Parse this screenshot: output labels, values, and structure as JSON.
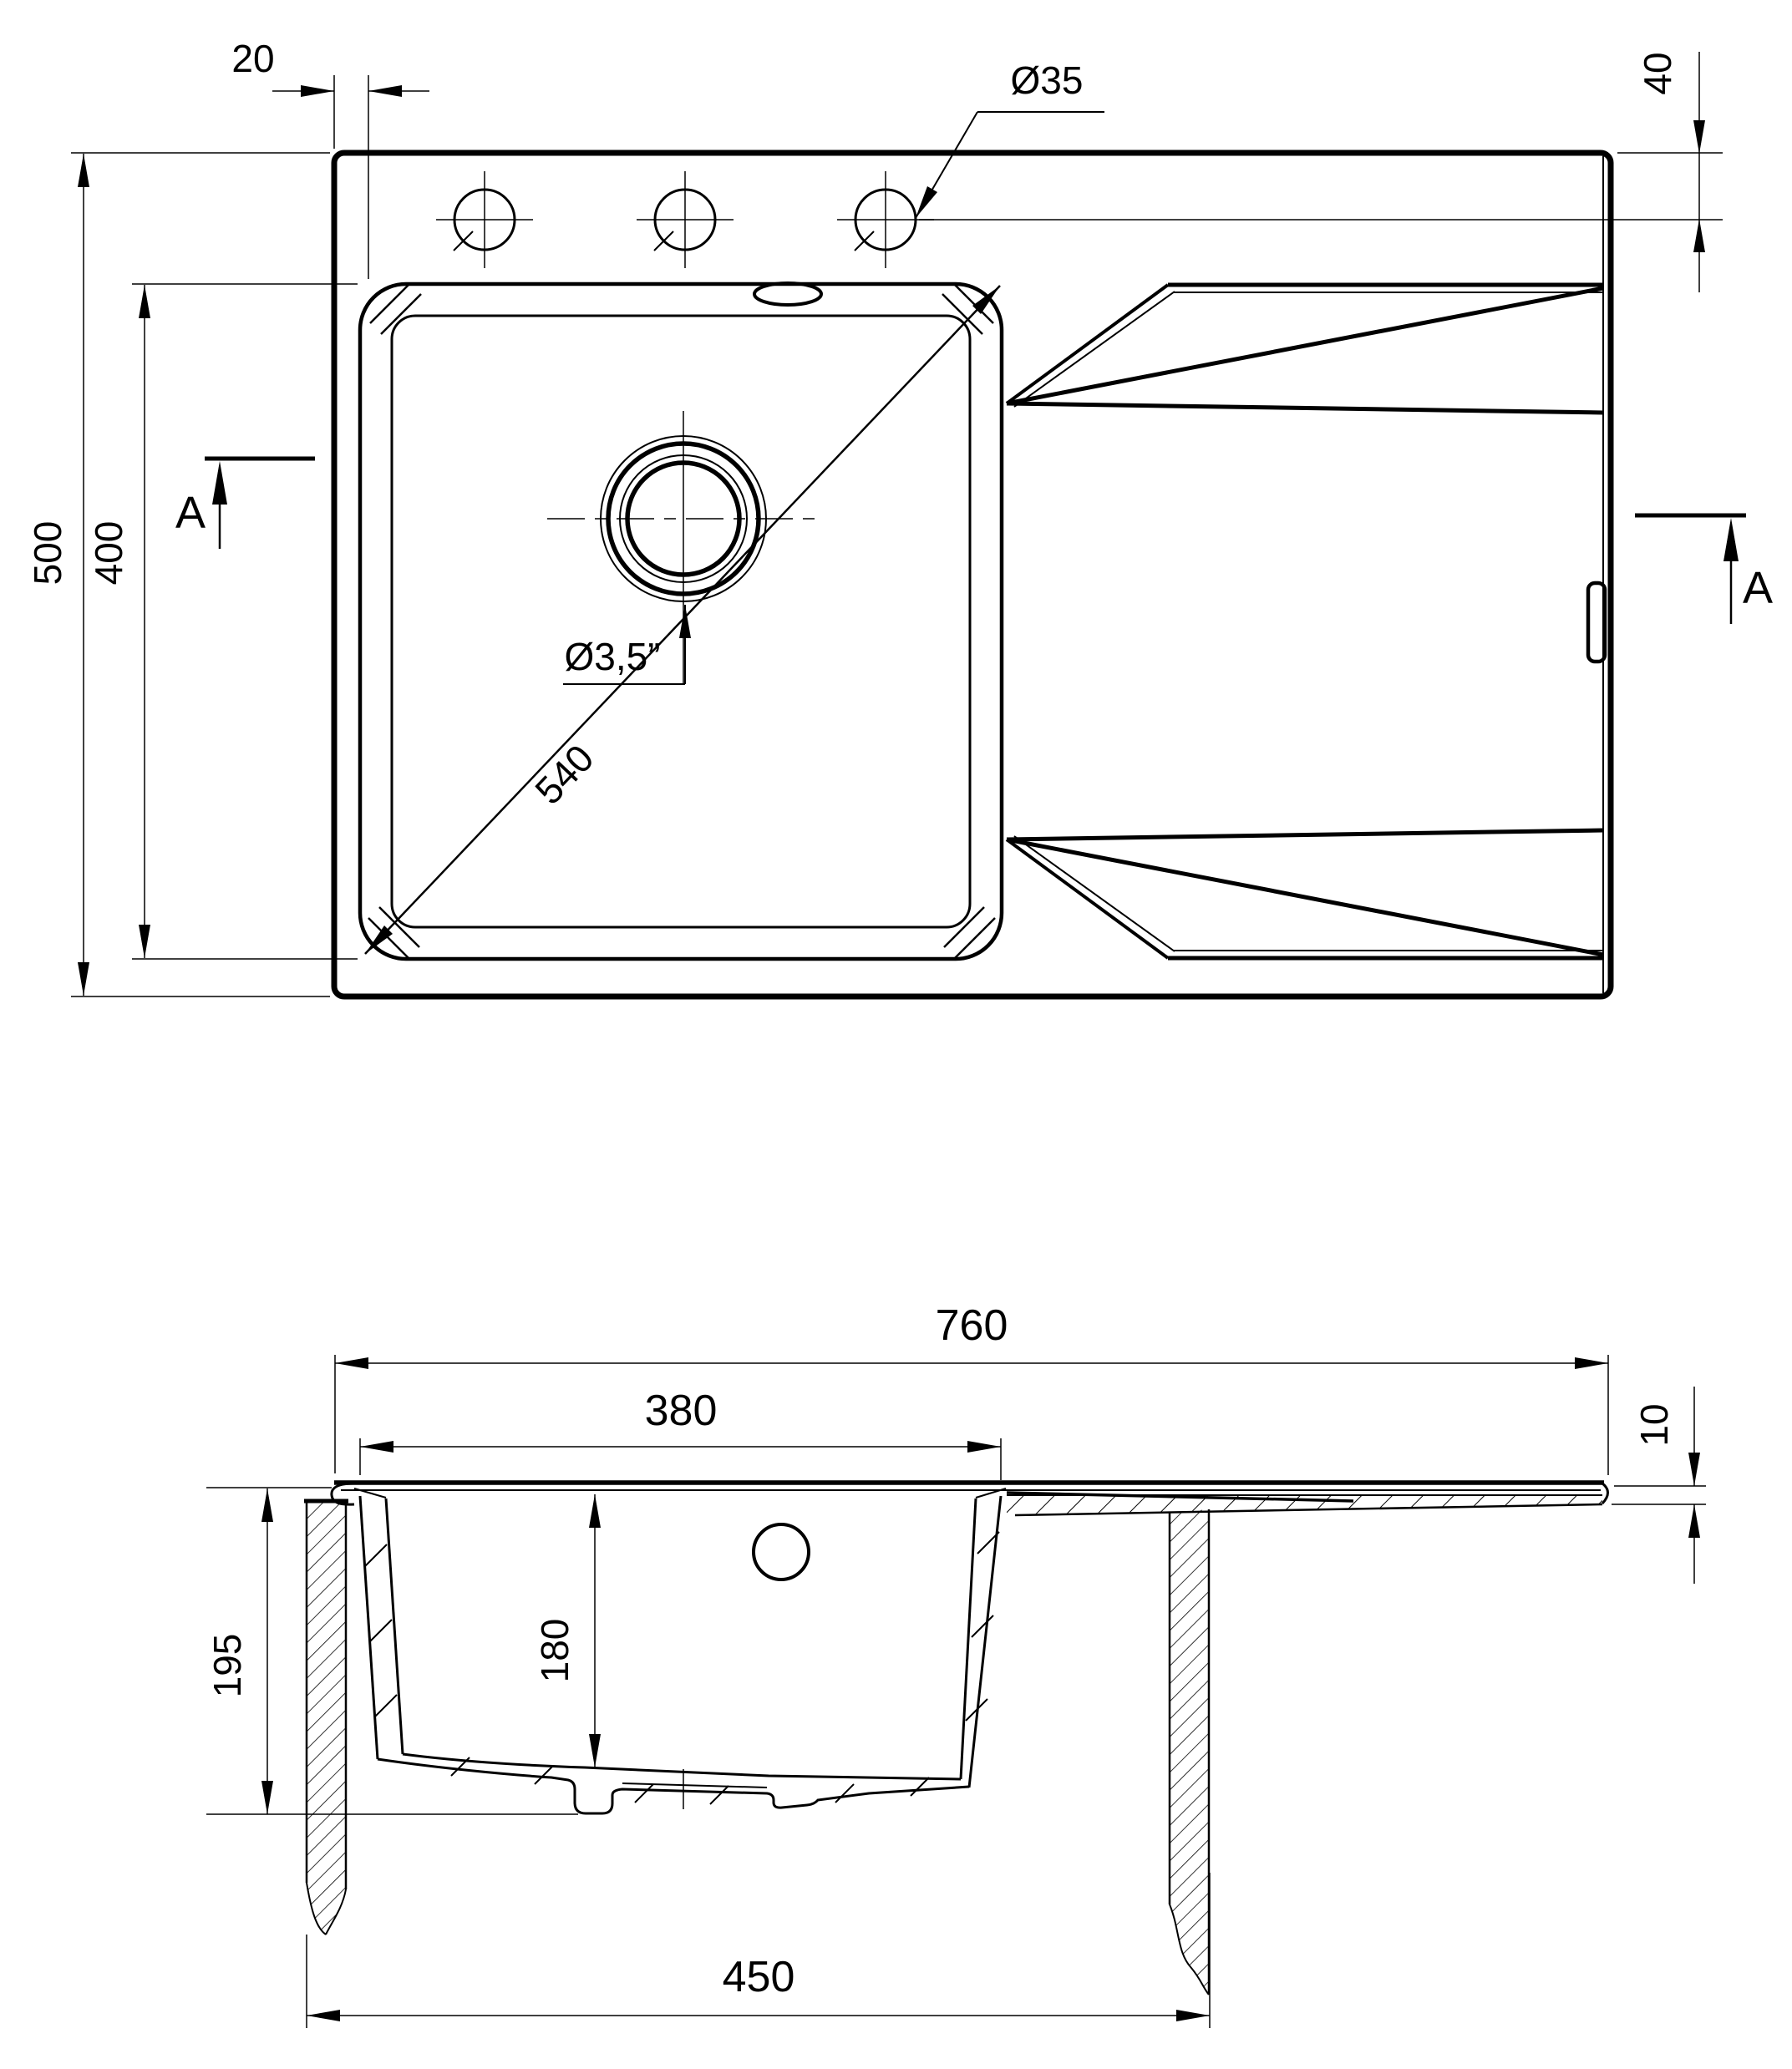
{
  "drawing": {
    "type": "technical-dimension-drawing",
    "subject": "kitchen sink with single bowl and drainboard, top view and section A-A",
    "units": "mm",
    "line_color": "#000000",
    "background": "#ffffff"
  },
  "labels": {
    "top_view": {
      "rim_offset": "20",
      "faucet_hole_diameter": "Ø35",
      "hole_row_offset": "40",
      "overall_depth": "500",
      "bowl_cutout_depth": "400",
      "drain_diameter": "Ø3,5”",
      "bowl_diagonal": "540",
      "section_marker_left": "A",
      "section_marker_right": "A"
    },
    "section_view": {
      "overall_width": "760",
      "bowl_opening_width": "380",
      "board_edge_thickness": "10",
      "bowl_depth_outer": "195",
      "bowl_depth_inner": "180",
      "underside_support_span": "450"
    }
  }
}
